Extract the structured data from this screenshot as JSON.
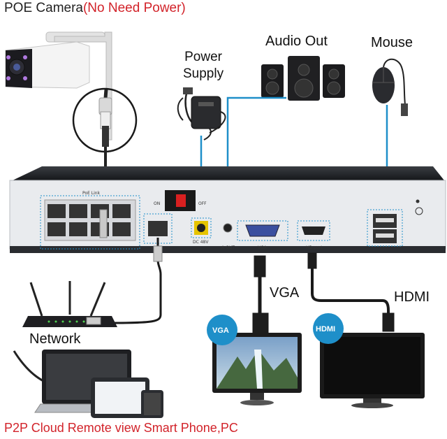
{
  "title": {
    "main": "POE Camera",
    "highlight": "(No Need Power)"
  },
  "labels": {
    "power_supply_line1": "Power",
    "power_supply_line2": "Supply",
    "audio_out": "Audio Out",
    "mouse": "Mouse",
    "vga": "VGA",
    "hdmi": "HDMI",
    "network": "Network",
    "bottom": "P2P Cloud Remote view Smart Phone,PC"
  },
  "nvr": {
    "poe_link": "PoE Link",
    "on": "ON",
    "off": "OFF",
    "dc": "DC 48V",
    "aout": "A-OUT",
    "vga_port": "VGA",
    "hd_port": "HD-port"
  },
  "badges": {
    "vga": "VGA",
    "hdmi": "HDMI"
  },
  "colors": {
    "cable_blue": "#1e8fc9",
    "red_text": "#d2232a",
    "nvr_body": "#e9ebee"
  }
}
